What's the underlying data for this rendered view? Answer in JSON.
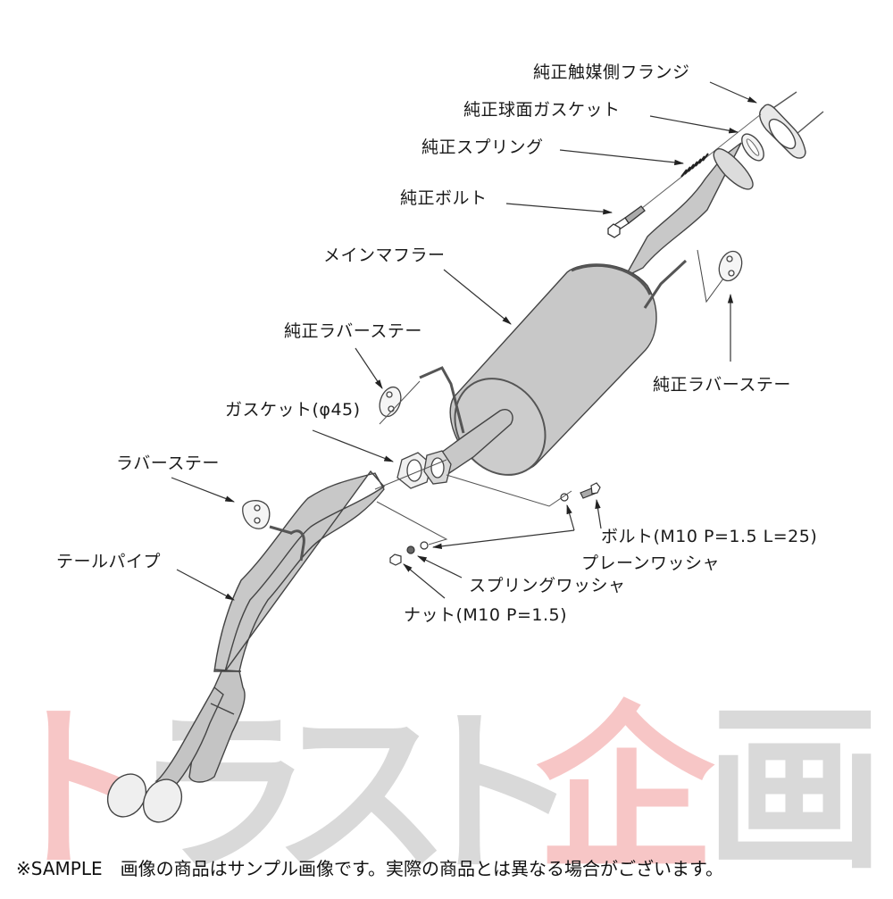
{
  "diagram": {
    "title": "Exhaust system exploded parts diagram",
    "parts": [
      {
        "id": "oem-catalyst-flange",
        "label": "純正触媒側フランジ"
      },
      {
        "id": "oem-spherical-gasket",
        "label": "純正球面ガスケット"
      },
      {
        "id": "oem-spring",
        "label": "純正スプリング"
      },
      {
        "id": "oem-bolt",
        "label": "純正ボルト"
      },
      {
        "id": "main-muffler",
        "label": "メインマフラー"
      },
      {
        "id": "oem-rubber-stay-left",
        "label": "純正ラバーステー"
      },
      {
        "id": "oem-rubber-stay-right",
        "label": "純正ラバーステー"
      },
      {
        "id": "gasket-45",
        "label": "ガスケット(φ45)"
      },
      {
        "id": "rubber-stay",
        "label": "ラバーステー"
      },
      {
        "id": "tail-pipe",
        "label": "テールパイプ"
      },
      {
        "id": "bolt",
        "label": "ボルト(M10 P=1.5 L=25)"
      },
      {
        "id": "plain-washer",
        "label": "プレーンワッシャ"
      },
      {
        "id": "spring-washer",
        "label": "スプリングワッシャ"
      },
      {
        "id": "nut",
        "label": "ナット(M10 P=1.5)"
      }
    ],
    "colors": {
      "pipe_fill": "#c8c8c8",
      "outline": "#444444",
      "leader": "#333333",
      "watermark_red": "#f7c6c6",
      "watermark_gray": "#d6d6d6"
    }
  },
  "watermark": {
    "chars": [
      "ト",
      "ラ",
      "ス",
      "ト",
      "企",
      "画"
    ]
  },
  "footer": {
    "notice": "※SAMPLE　画像の商品はサンプル画像です。実際の商品とは異なる場合がございます。"
  }
}
